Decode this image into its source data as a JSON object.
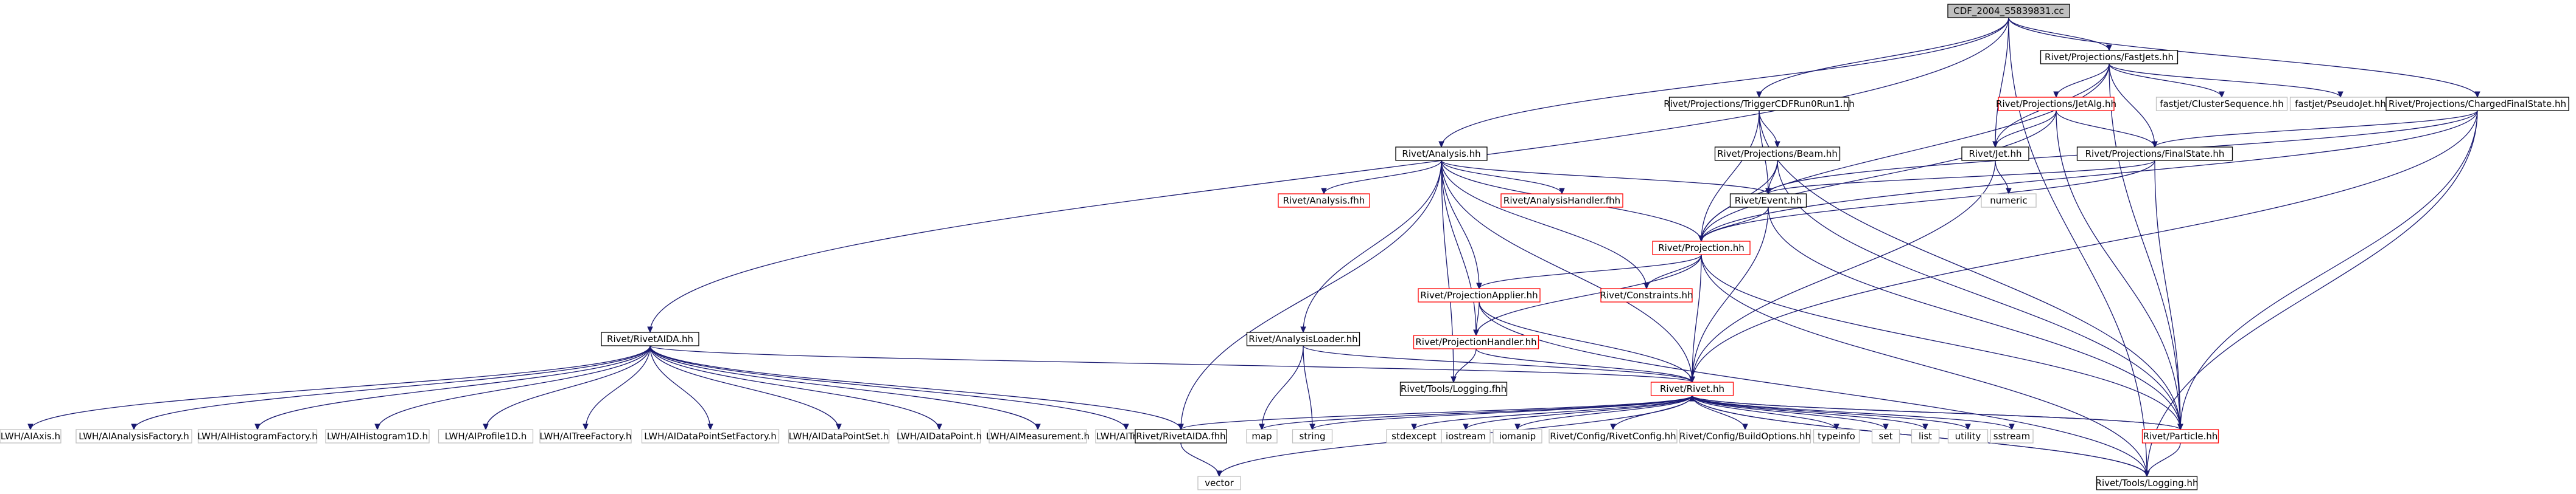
{
  "colors": {
    "edge": "#191970",
    "box_black": "#000000",
    "box_red": "#ff0000",
    "box_gray": "#bfbfbf",
    "root_fill": "#bfbfbf",
    "text": "#000000"
  },
  "nodes": {
    "root": {
      "label": "CDF_2004_S5839831.cc",
      "style": "root"
    },
    "fastjets": {
      "label": "Rivet/Projections/FastJets.hh",
      "style": "black"
    },
    "rivetaida": {
      "label": "Rivet/RivetAIDA.hh",
      "style": "black"
    },
    "analysis": {
      "label": "Rivet/Analysis.hh",
      "style": "black"
    },
    "triggercdf": {
      "label": "Rivet/Projections/TriggerCDFRun0Run1.hh",
      "style": "black"
    },
    "jetalg": {
      "label": "Rivet/Projections/JetAlg.hh",
      "style": "red"
    },
    "beam": {
      "label": "Rivet/Projections/Beam.hh",
      "style": "black"
    },
    "jet": {
      "label": "Rivet/Jet.hh",
      "style": "black"
    },
    "clusterseq": {
      "label": "fastjet/ClusterSequence.hh",
      "style": "gray"
    },
    "pseudojet": {
      "label": "fastjet/PseudoJet.hh",
      "style": "gray"
    },
    "chargedfs": {
      "label": "Rivet/Projections/ChargedFinalState.hh",
      "style": "black"
    },
    "finalstate": {
      "label": "Rivet/Projections/FinalState.hh",
      "style": "black"
    },
    "numeric": {
      "label": "numeric",
      "style": "gray"
    },
    "analysisfhh": {
      "label": "Rivet/Analysis.fhh",
      "style": "red"
    },
    "analysishandlerfhh": {
      "label": "Rivet/AnalysisHandler.fhh",
      "style": "red"
    },
    "event": {
      "label": "Rivet/Event.hh",
      "style": "black"
    },
    "projection": {
      "label": "Rivet/Projection.hh",
      "style": "red"
    },
    "projapplier": {
      "label": "Rivet/ProjectionApplier.hh",
      "style": "red"
    },
    "constraints": {
      "label": "Rivet/Constraints.hh",
      "style": "red"
    },
    "projhandler": {
      "label": "Rivet/ProjectionHandler.hh",
      "style": "red"
    },
    "analysisloader": {
      "label": "Rivet/AnalysisLoader.hh",
      "style": "black"
    },
    "loggingfhh": {
      "label": "Rivet/Tools/Logging.fhh",
      "style": "black"
    },
    "rivethh": {
      "label": "Rivet/Rivet.hh",
      "style": "red"
    },
    "iaxis": {
      "label": "LWH/AIAxis.h",
      "style": "gray"
    },
    "ianalysisfactory": {
      "label": "LWH/AIAnalysisFactory.h",
      "style": "gray"
    },
    "ihistogramfactory": {
      "label": "LWH/AIHistogramFactory.h",
      "style": "gray"
    },
    "ihistogram1d": {
      "label": "LWH/AIHistogram1D.h",
      "style": "gray"
    },
    "iprofile1d": {
      "label": "LWH/AIProfile1D.h",
      "style": "gray"
    },
    "itreefactory": {
      "label": "LWH/AITreeFactory.h",
      "style": "gray"
    },
    "idatapointsetfactory": {
      "label": "LWH/AIDataPointSetFactory.h",
      "style": "gray"
    },
    "idatapointset": {
      "label": "LWH/AIDataPointSet.h",
      "style": "gray"
    },
    "idatapoint": {
      "label": "LWH/AIDataPoint.h",
      "style": "gray"
    },
    "imeasurement": {
      "label": "LWH/AIMeasurement.h",
      "style": "gray"
    },
    "itree": {
      "label": "LWH/AITree.h",
      "style": "gray"
    },
    "rivetaidafhh": {
      "label": "Rivet/RivetAIDA.fhh",
      "style": "black"
    },
    "map": {
      "label": "map",
      "style": "gray"
    },
    "string": {
      "label": "string",
      "style": "gray"
    },
    "stdexcept": {
      "label": "stdexcept",
      "style": "gray"
    },
    "iostream": {
      "label": "iostream",
      "style": "gray"
    },
    "iomanip": {
      "label": "iomanip",
      "style": "gray"
    },
    "rivetconfig": {
      "label": "Rivet/Config/RivetConfig.hh",
      "style": "gray"
    },
    "buildoptions": {
      "label": "Rivet/Config/BuildOptions.hh",
      "style": "gray"
    },
    "typeinfo": {
      "label": "typeinfo",
      "style": "gray"
    },
    "set": {
      "label": "set",
      "style": "gray"
    },
    "list": {
      "label": "list",
      "style": "gray"
    },
    "utility": {
      "label": "utility",
      "style": "gray"
    },
    "sstream": {
      "label": "sstream",
      "style": "gray"
    },
    "particle": {
      "label": "Rivet/Particle.hh",
      "style": "red"
    },
    "vector": {
      "label": "vector",
      "style": "gray"
    },
    "logginghh": {
      "label": "Rivet/Tools/Logging.hh",
      "style": "black"
    }
  },
  "edges": [
    [
      "root",
      "fastjets"
    ],
    [
      "root",
      "rivetaida"
    ],
    [
      "root",
      "analysis"
    ],
    [
      "root",
      "triggercdf"
    ],
    [
      "root",
      "jet"
    ],
    [
      "root",
      "chargedfs"
    ],
    [
      "root",
      "logginghh"
    ],
    [
      "fastjets",
      "jetalg"
    ],
    [
      "fastjets",
      "clusterseq"
    ],
    [
      "fastjets",
      "pseudojet"
    ],
    [
      "fastjets",
      "projection"
    ],
    [
      "fastjets",
      "jet"
    ],
    [
      "fastjets",
      "finalstate"
    ],
    [
      "fastjets",
      "particle"
    ],
    [
      "jetalg",
      "jet"
    ],
    [
      "jetalg",
      "finalstate"
    ],
    [
      "jetalg",
      "projection"
    ],
    [
      "jetalg",
      "particle"
    ],
    [
      "jet",
      "numeric"
    ],
    [
      "jet",
      "rivethh"
    ],
    [
      "triggercdf",
      "beam"
    ],
    [
      "triggercdf",
      "event"
    ],
    [
      "triggercdf",
      "projection"
    ],
    [
      "triggercdf",
      "particle"
    ],
    [
      "beam",
      "event"
    ],
    [
      "beam",
      "projection"
    ],
    [
      "beam",
      "particle"
    ],
    [
      "chargedfs",
      "finalstate"
    ],
    [
      "chargedfs",
      "projection"
    ],
    [
      "chargedfs",
      "rivethh"
    ],
    [
      "chargedfs",
      "particle"
    ],
    [
      "chargedfs",
      "logginghh"
    ],
    [
      "chargedfs",
      "event"
    ],
    [
      "finalstate",
      "event"
    ],
    [
      "finalstate",
      "projection"
    ],
    [
      "finalstate",
      "particle"
    ],
    [
      "analysis",
      "analysisfhh"
    ],
    [
      "analysis",
      "analysishandlerfhh"
    ],
    [
      "analysis",
      "event"
    ],
    [
      "analysis",
      "projection"
    ],
    [
      "analysis",
      "projapplier"
    ],
    [
      "analysis",
      "constraints"
    ],
    [
      "analysis",
      "projhandler"
    ],
    [
      "analysis",
      "analysisloader"
    ],
    [
      "analysis",
      "loggingfhh"
    ],
    [
      "analysis",
      "rivethh"
    ],
    [
      "analysis",
      "rivetaidafhh"
    ],
    [
      "event",
      "projection"
    ],
    [
      "event",
      "rivethh"
    ],
    [
      "event",
      "particle"
    ],
    [
      "projection",
      "projapplier"
    ],
    [
      "projection",
      "constraints"
    ],
    [
      "projection",
      "projhandler"
    ],
    [
      "projection",
      "rivethh"
    ],
    [
      "projection",
      "particle"
    ],
    [
      "projection",
      "logginghh"
    ],
    [
      "projapplier",
      "projhandler"
    ],
    [
      "projapplier",
      "rivethh"
    ],
    [
      "projapplier",
      "logginghh"
    ],
    [
      "projhandler",
      "loggingfhh"
    ],
    [
      "projhandler",
      "rivethh"
    ],
    [
      "analysisloader",
      "map"
    ],
    [
      "analysisloader",
      "string"
    ],
    [
      "analysisloader",
      "rivethh"
    ],
    [
      "rivetaida",
      "iaxis"
    ],
    [
      "rivetaida",
      "ianalysisfactory"
    ],
    [
      "rivetaida",
      "ihistogramfactory"
    ],
    [
      "rivetaida",
      "ihistogram1d"
    ],
    [
      "rivetaida",
      "iprofile1d"
    ],
    [
      "rivetaida",
      "itreefactory"
    ],
    [
      "rivetaida",
      "idatapointsetfactory"
    ],
    [
      "rivetaida",
      "idatapointset"
    ],
    [
      "rivetaida",
      "idatapoint"
    ],
    [
      "rivetaida",
      "imeasurement"
    ],
    [
      "rivetaida",
      "itree"
    ],
    [
      "rivetaida",
      "rivetaidafhh"
    ],
    [
      "rivetaida",
      "rivethh"
    ],
    [
      "rivetaidafhh",
      "vector"
    ],
    [
      "rivethh",
      "map"
    ],
    [
      "rivethh",
      "string"
    ],
    [
      "rivethh",
      "stdexcept"
    ],
    [
      "rivethh",
      "iostream"
    ],
    [
      "rivethh",
      "iomanip"
    ],
    [
      "rivethh",
      "rivetconfig"
    ],
    [
      "rivethh",
      "buildoptions"
    ],
    [
      "rivethh",
      "typeinfo"
    ],
    [
      "rivethh",
      "set"
    ],
    [
      "rivethh",
      "list"
    ],
    [
      "rivethh",
      "utility"
    ],
    [
      "rivethh",
      "sstream"
    ],
    [
      "rivethh",
      "particle"
    ],
    [
      "rivethh",
      "vector"
    ],
    [
      "rivethh",
      "logginghh"
    ],
    [
      "rivethh",
      "rivetaidafhh"
    ],
    [
      "particle",
      "rivethh"
    ],
    [
      "particle",
      "logginghh"
    ],
    [
      "logginghh",
      "rivethh"
    ]
  ]
}
